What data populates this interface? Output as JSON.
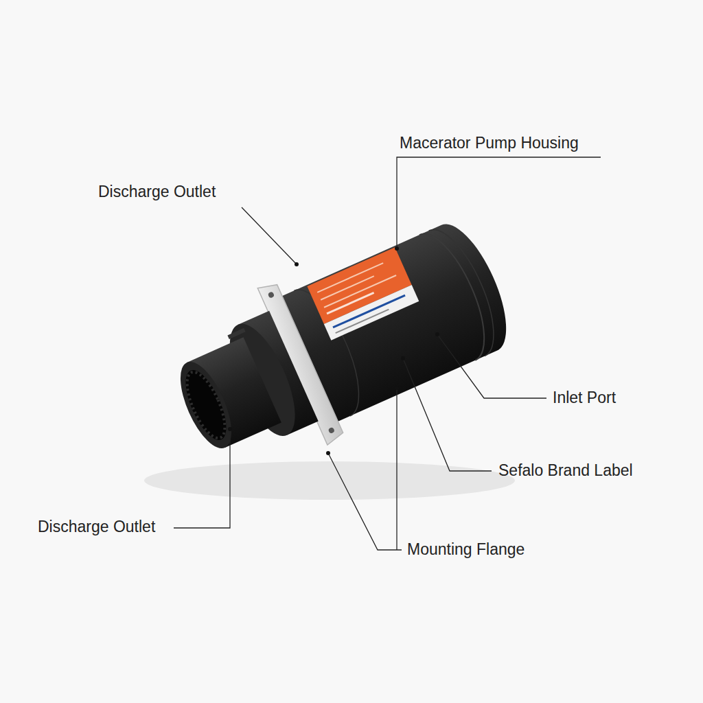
{
  "diagram": {
    "labels": [
      "Macerator Pump Housing",
      "Discharge Outlet",
      "Inlet Port",
      "Sefalo Brand Label",
      "Discharge Outlet",
      "Mounting Flange"
    ]
  }
}
